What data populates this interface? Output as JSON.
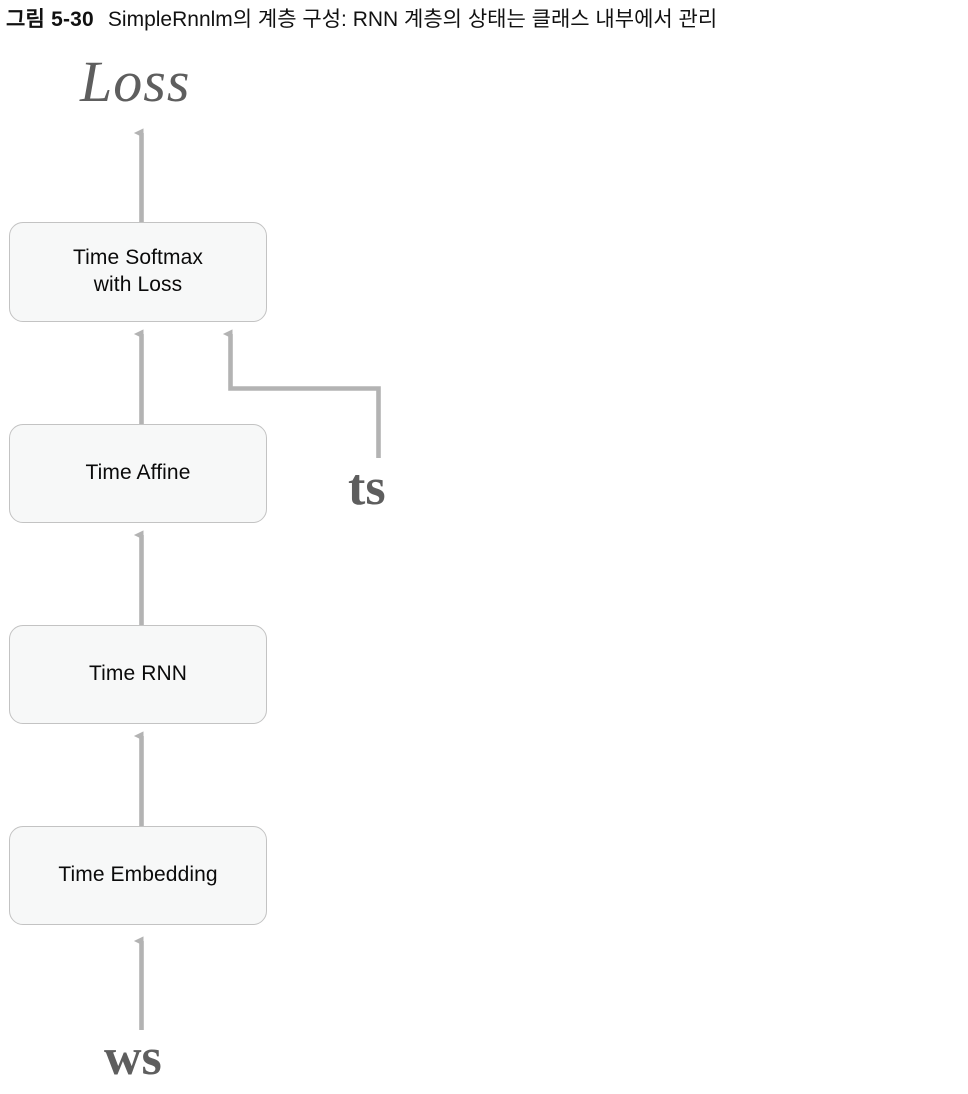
{
  "caption": {
    "figure_number": "그림 5-30",
    "text": "SimpleRnnlm의 계층 구성: RNN 계층의 상태는 클래스 내부에서 관리"
  },
  "diagram": {
    "type": "flow-diagram",
    "orientation": "bottom-to-top",
    "colors": {
      "box_fill": "#f7f8f8",
      "box_border": "#c3c3c3",
      "arrow": "#b3b3b3",
      "label_text": "#5e5e5e",
      "box_text": "#0a0a0a"
    },
    "boxes": [
      {
        "id": "softmax",
        "label": "Time Softmax\nwith Loss",
        "line1": "Time Softmax",
        "line2": "with Loss"
      },
      {
        "id": "affine",
        "label": "Time Affine",
        "line1": "Time Affine",
        "line2": ""
      },
      {
        "id": "rnn",
        "label": "Time RNN",
        "line1": "Time RNN",
        "line2": ""
      },
      {
        "id": "embed",
        "label": "Time Embedding",
        "line1": "Time Embedding",
        "line2": ""
      }
    ],
    "variables": [
      {
        "id": "loss",
        "label": "Loss",
        "style": "serif-italic"
      },
      {
        "id": "ts",
        "label": "ts",
        "style": "serif-bold"
      },
      {
        "id": "ws",
        "label": "ws",
        "style": "serif-bold"
      }
    ],
    "edges": [
      {
        "from": "softmax",
        "to": "loss",
        "kind": "straight-arrow-up"
      },
      {
        "from": "affine",
        "to": "softmax",
        "kind": "straight-arrow-up"
      },
      {
        "from": "ts",
        "to": "softmax",
        "kind": "elbow-arrow-up"
      },
      {
        "from": "rnn",
        "to": "affine",
        "kind": "straight-arrow-up"
      },
      {
        "from": "embed",
        "to": "rnn",
        "kind": "straight-arrow-up"
      },
      {
        "from": "ws",
        "to": "embed",
        "kind": "straight-arrow-up"
      }
    ]
  }
}
